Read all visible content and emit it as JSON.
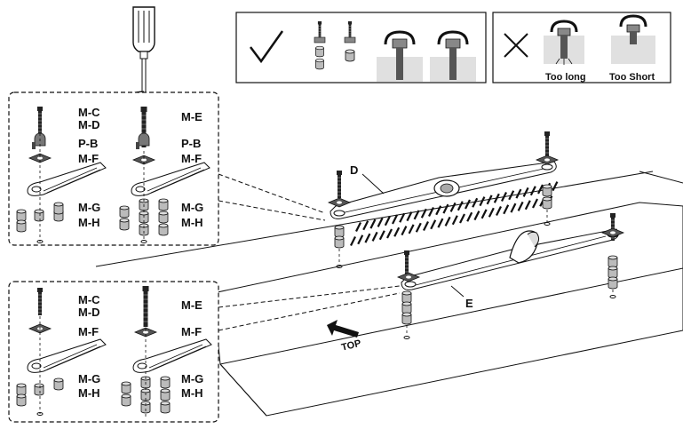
{
  "check_box": {
    "too_long": "Too long",
    "too_short": "Too Short"
  },
  "top_left_box": {
    "col1": [
      "M-C",
      "M-D",
      "P-B",
      "M-F",
      "M-G",
      "M-H"
    ],
    "col2": [
      "M-E",
      "P-B",
      "M-F",
      "M-G",
      "M-H"
    ]
  },
  "bottom_left_box": {
    "col1": [
      "M-C",
      "M-D",
      "M-F",
      "M-G",
      "M-H"
    ],
    "col2": [
      "M-E",
      "M-F",
      "M-G",
      "M-H"
    ]
  },
  "callouts": {
    "bracket_d": "D",
    "bracket_e": "E",
    "top_arrow": "TOP"
  },
  "colors": {
    "ink": "#111111",
    "part_gray": "#d9d9d9",
    "panel_gray": "#e8e8e8"
  }
}
